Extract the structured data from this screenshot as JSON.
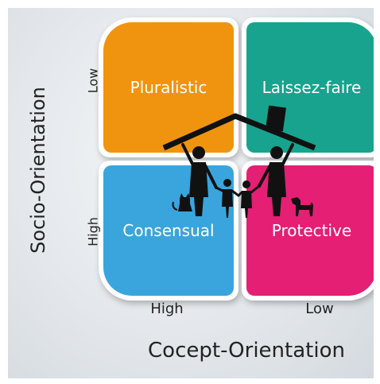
{
  "quadrants": {
    "top_left": {
      "label": "Pluralistic",
      "color": "#f0940f"
    },
    "top_right": {
      "label": "Laissez-faire",
      "color": "#18a38e"
    },
    "bottom_left": {
      "label": "Consensual",
      "color": "#3aa5dc"
    },
    "bottom_right": {
      "label": "Protective",
      "color": "#e41f74"
    }
  },
  "y_axis": {
    "title": "Socio-Orientation",
    "low_label": "Low",
    "high_label": "High"
  },
  "x_axis": {
    "title": "Cocept-Orientation",
    "high_label": "High",
    "low_label": "Low"
  },
  "icons": {
    "center": "family-house-icon"
  }
}
